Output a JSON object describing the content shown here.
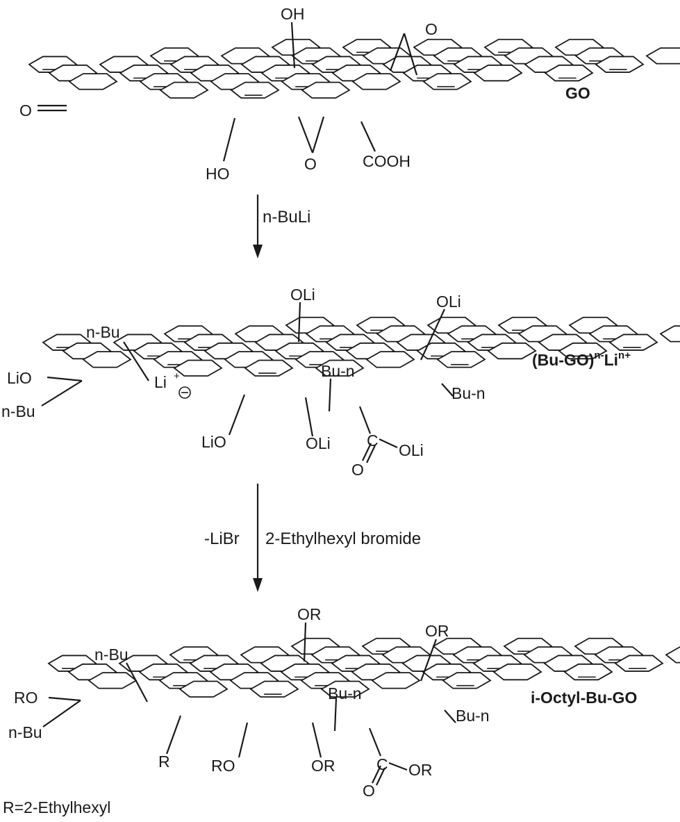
{
  "reactions": [
    {
      "reagent": "n-BuLi"
    },
    {
      "reagent_left": "-LiBr",
      "reagent_right": "2-Ethylhexyl bromide"
    }
  ],
  "structures": {
    "go": {
      "name": "GO",
      "labels": {
        "oh_top": "OH",
        "epoxide_top": "O",
        "ketone": "O",
        "ho_bottom": "HO",
        "epoxide_bottom": "O",
        "cooh": "COOH"
      }
    },
    "bu_go": {
      "name_main": "(Bu-GO)",
      "name_sup1": "n-",
      "name_li": "Li",
      "name_sup2": "n+",
      "labels": {
        "oli_top1": "OLi",
        "oli_top2": "OLi",
        "n_bu_top": "n-Bu",
        "li_plus": "Li",
        "lio_left": "LiO",
        "n_bu_left": "n-Bu",
        "bu_n_mid": "Bu-n",
        "bu_n_right": "Bu-n",
        "lio_bottom": "LiO",
        "oli_bottom": "OLi",
        "carbonyl_c": "C",
        "oli_ester": "OLi",
        "carbonyl_o": "O"
      }
    },
    "octyl_bu_go": {
      "name": "i-Octyl-Bu-GO",
      "labels": {
        "or_top1": "OR",
        "or_top2": "OR",
        "n_bu_top": "n-Bu",
        "ro_left": "RO",
        "n_bu_left": "n-Bu",
        "bu_n_mid": "Bu-n",
        "bu_n_right": "Bu-n",
        "r_sub": "R",
        "ro_bottom": "RO",
        "or_bottom": "OR",
        "carbonyl_c": "C",
        "or_ester": "OR",
        "carbonyl_o": "O"
      }
    }
  },
  "footnote": "R=2-Ethylhexyl"
}
